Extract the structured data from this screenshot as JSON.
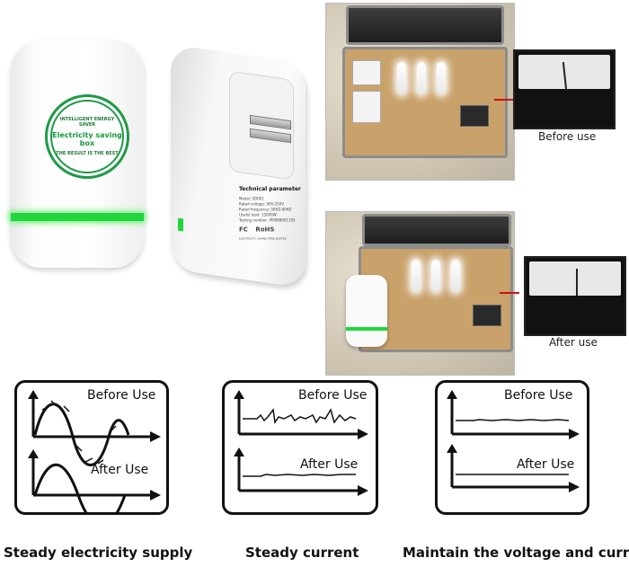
{
  "device": {
    "badge_top": "INTELLIGENT ENERGY SAVER",
    "badge_main": "Electricity saving box",
    "badge_bottom": "THE RESULT IS THE BEST",
    "spec_title": "Technical parameter",
    "spec_lines": [
      "Model: SD001",
      "Rated voltage: 90V-250V",
      "Rated frequency: 50HZ-60HZ",
      "Useful load: 15000W",
      "Testing number: IP0088001105"
    ],
    "spec_footer": "ELECTRICITY SAVING SPEE BOXTER",
    "cert_marks": [
      "FC",
      "RoHS"
    ]
  },
  "photos": {
    "before_label": "Before use",
    "after_label": "After use"
  },
  "panels": [
    {
      "top_label": "Before Use",
      "bottom_label": "After Use",
      "caption": "Steady electricity supply"
    },
    {
      "top_label": "Before Use",
      "bottom_label": "After Use",
      "caption": "Steady current"
    },
    {
      "top_label": "Before Use",
      "bottom_label": "After Use",
      "caption": "Maintain the voltage and current"
    }
  ],
  "colors": {
    "led_green": "#20d63a",
    "badge_green": "#1d9a45",
    "arrow_red": "#cc1111"
  }
}
